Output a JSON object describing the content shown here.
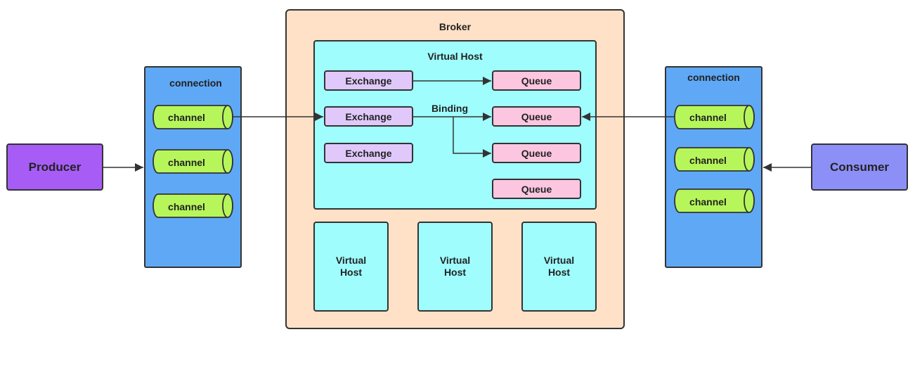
{
  "producer": {
    "label": "Producer"
  },
  "consumer": {
    "label": "Consumer"
  },
  "left_connection": {
    "title": "connection",
    "channels": [
      "channel",
      "channel",
      "channel"
    ]
  },
  "right_connection": {
    "title": "connection",
    "channels": [
      "channel",
      "channel",
      "channel"
    ]
  },
  "broker": {
    "title": "Broker",
    "main_vhost": {
      "title": "Virtual Host",
      "exchanges": [
        "Exchange",
        "Exchange",
        "Exchange"
      ],
      "queues": [
        "Queue",
        "Queue",
        "Queue",
        "Queue"
      ],
      "binding_label": "Binding"
    },
    "other_vhosts": [
      "Virtual Host",
      "Virtual Host",
      "Virtual Host"
    ]
  },
  "colors": {
    "producer": "#a75cf6",
    "consumer": "#8c90f6",
    "connection": "#5fa8f6",
    "channel": "#b7f65a",
    "broker": "#ffe1c7",
    "virtual_host": "#9ffdfd",
    "exchange": "#e0c8fb",
    "queue": "#fdc6e0"
  }
}
